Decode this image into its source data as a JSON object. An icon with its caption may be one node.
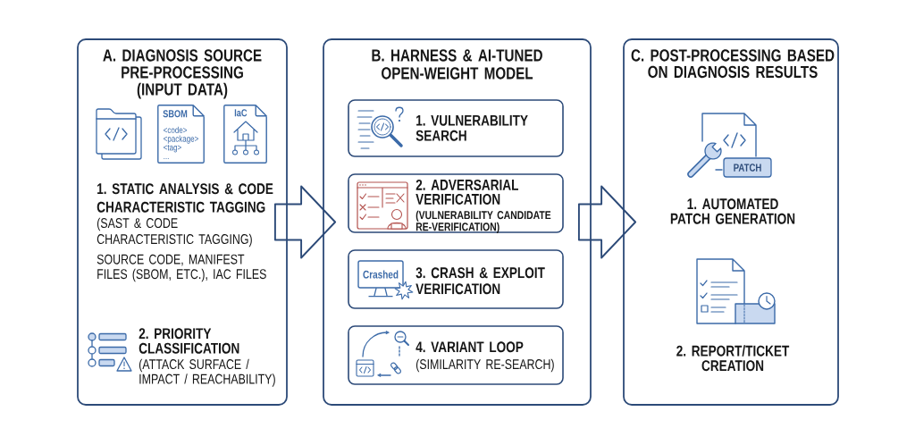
{
  "diagram": {
    "nodes": [
      {
        "text": [
          "A. DIAGNOSIS SOURCE PRE-PROCESSING (INPUT DATA)",
          "1. STATIC ANALYSIS & CODE CHARACTERISTIC TAGGING",
          "(SAST & CODE CHARACTERISTIC TAGGING)",
          "SOURCE CODE, MANIFEST FILES (SBOM, ETC.), IAC FILES",
          "2. PRIORITY CLASSIFICATION",
          "(ATTACK SURFACE / IMPACT / REACHABILITY)"
        ]
      },
      {
        "text": [
          "SBOM",
          "<code> <package> <tag> ..."
        ],
        "in": 0
      },
      {
        "text": [
          "IaC"
        ],
        "in": 0
      },
      {
        "text": [
          "B. HARNESS & AI-TUNED OPEN-WEIGHT MODEL"
        ]
      },
      {
        "text": [
          "1. VULNERABILITY SEARCH"
        ],
        "in": 3
      },
      {
        "text": [
          "2. ADVERSARIAL VERIFICATION",
          "(VULNERABILITY CANDIDATE RE-VERIFICATION)"
        ],
        "in": 3
      },
      {
        "text": [
          "3. CRASH & EXPLOIT VERIFICATION"
        ],
        "in": 3
      },
      {
        "text": [
          "Crashed"
        ],
        "in": 6
      },
      {
        "text": [
          "4. VARIANT LOOP",
          "(SIMILARITY RE-SEARCH)"
        ],
        "in": 3
      },
      {
        "text": [
          "C. POST-PROCESSING BASED ON DIAGNOSIS RESULTS",
          "1. AUTOMATED PATCH GENERATION",
          "2. REPORT/TICKET CREATION"
        ]
      },
      {
        "text": [
          "PATCH"
        ],
        "in": 9
      }
    ],
    "edges": [
      {
        "from": 0,
        "to": 3,
        "arrow": "to"
      },
      {
        "from": 3,
        "to": 9,
        "arrow": "to"
      }
    ]
  }
}
